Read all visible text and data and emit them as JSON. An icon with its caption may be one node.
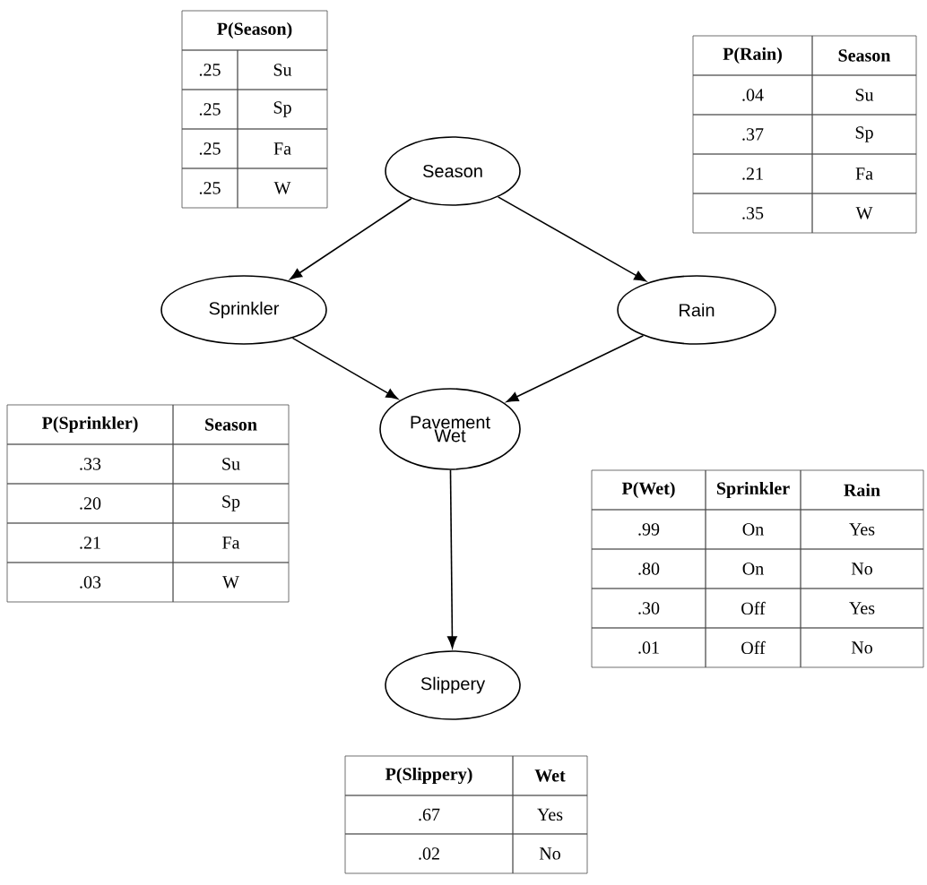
{
  "diagram": {
    "nodes": [
      {
        "text": [
          "Season"
        ]
      },
      {
        "text": [
          "Sprinkler"
        ]
      },
      {
        "text": [
          "Rain"
        ]
      },
      {
        "text": [
          "Pavement Wet"
        ]
      },
      {
        "text": [
          "Slippery"
        ]
      }
    ],
    "edges": [
      {
        "from": 0,
        "to": 1,
        "arrow": "to"
      },
      {
        "from": 0,
        "to": 2,
        "arrow": "to"
      },
      {
        "from": 1,
        "to": 3,
        "arrow": "to"
      },
      {
        "from": 2,
        "to": 3,
        "arrow": "to"
      },
      {
        "from": 3,
        "to": 4,
        "arrow": "to"
      }
    ],
    "labels": [
      "P(Season)",
      ".25",
      "Su",
      ".25",
      "Sp",
      ".25",
      "Fa",
      ".25",
      "W",
      "P(Rain)",
      "Season",
      ".04",
      "Su",
      ".37",
      "Sp",
      ".21",
      "Fa",
      ".35",
      "W",
      "P(Sprinkler)",
      "Season",
      ".33",
      "Su",
      ".20",
      "Sp",
      ".21",
      "Fa",
      ".03",
      "W",
      "P(Wet)",
      "Sprinkler",
      "Rain",
      ".99",
      "On",
      "Yes",
      ".80",
      "On",
      "No",
      ".30",
      "Off",
      "Yes",
      ".01",
      "Off",
      "No",
      "P(Slippery)",
      "Wet",
      ".67",
      "Yes",
      ".02",
      "No"
    ]
  }
}
